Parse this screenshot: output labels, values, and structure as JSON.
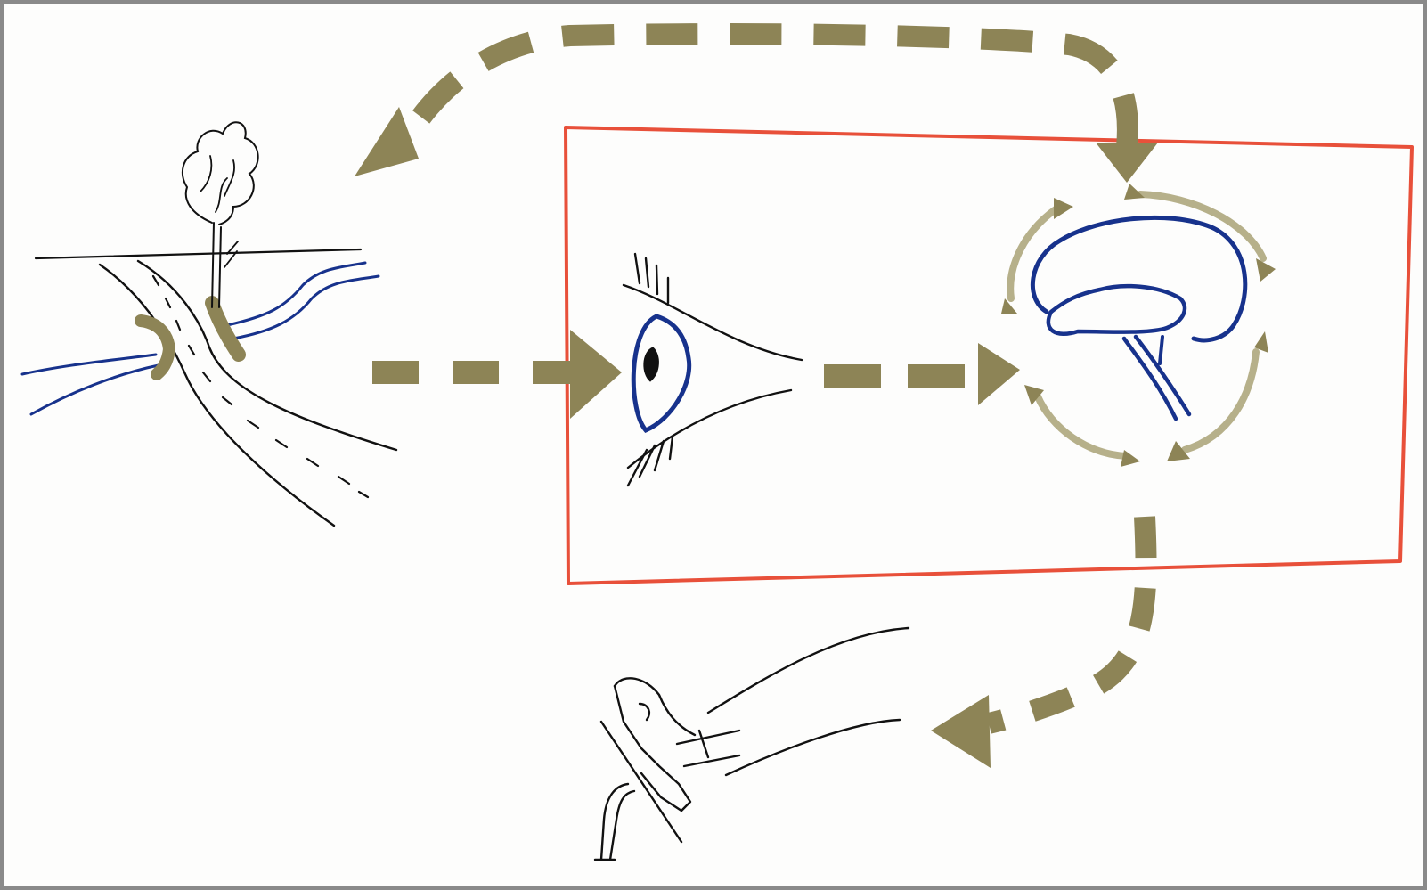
{
  "diagram": {
    "frame_color": "#8a8a8a",
    "box_color": "#e8503a",
    "arrow_color": "#8d8456",
    "arrow_light_color": "#b6b08a",
    "ink_color": "#111111",
    "blue_ink_color": "#17328c",
    "nodes": [
      {
        "name": "road-scene",
        "icon": "road-river-tree-icon"
      },
      {
        "name": "eye",
        "icon": "eye-icon"
      },
      {
        "name": "brain",
        "icon": "brain-icon"
      },
      {
        "name": "driver-foot-on-pedal",
        "icon": "foot-pedal-icon"
      }
    ],
    "edges": [
      {
        "from": "road-scene",
        "to": "eye",
        "style": "dashed"
      },
      {
        "from": "eye",
        "to": "brain",
        "style": "dashed"
      },
      {
        "from": "brain",
        "to": "driver-foot-on-pedal",
        "style": "dashed"
      },
      {
        "from": "brain",
        "to": "road-scene",
        "style": "dashed"
      }
    ]
  }
}
